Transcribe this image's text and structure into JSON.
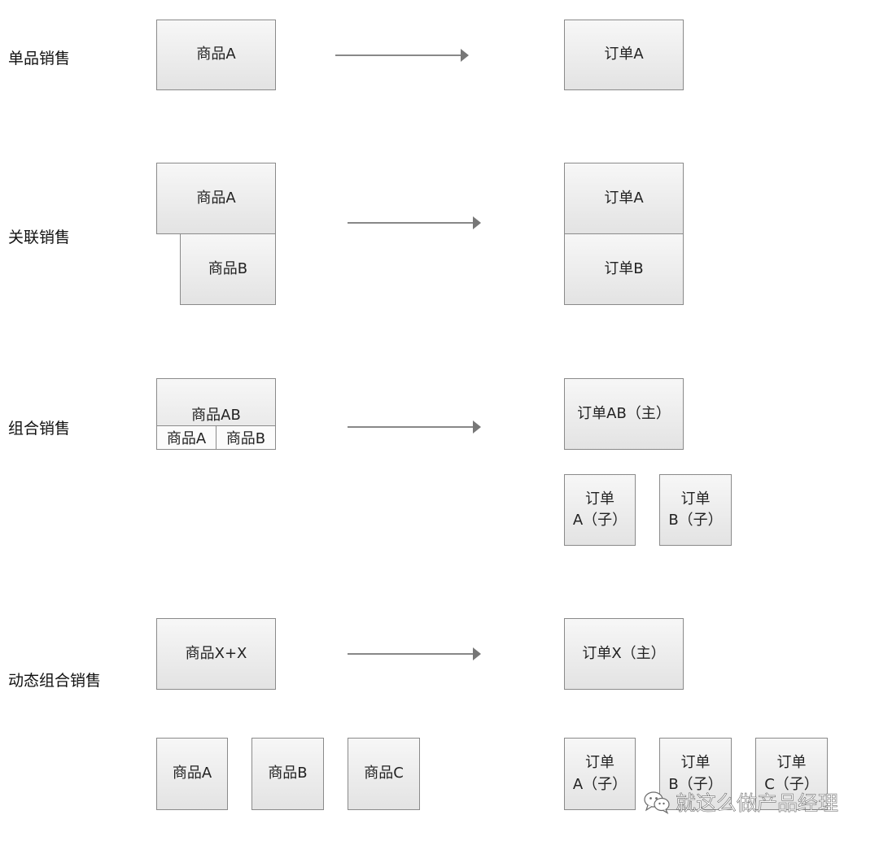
{
  "rows": {
    "single": {
      "label": "单品销售"
    },
    "related": {
      "label": "关联销售"
    },
    "combo": {
      "label": "组合销售"
    },
    "dynamic": {
      "label": "动态组合销售"
    }
  },
  "single": {
    "product": "商品A",
    "order": "订单A"
  },
  "related": {
    "product_a": "商品A",
    "product_b": "商品B",
    "order_a": "订单A",
    "order_b": "订单B"
  },
  "combo": {
    "product_main": "商品AB",
    "product_a": "商品A",
    "product_b": "商品B",
    "order_main": "订单AB（主）",
    "order_child_a_line1": "订单",
    "order_child_a_line2": "A（子）",
    "order_child_b_line1": "订单",
    "order_child_b_line2": "B（子）"
  },
  "dynamic": {
    "product_main": "商品X+X",
    "order_main": "订单X（主）",
    "product_a": "商品A",
    "product_b": "商品B",
    "product_c": "商品C",
    "order_child_a_line1": "订单",
    "order_child_a_line2": "A（子）",
    "order_child_b_line1": "订单",
    "order_child_b_line2": "B（子）",
    "order_child_c_line1": "订单",
    "order_child_c_line2": "C（子）"
  },
  "watermark": {
    "text": "就这么做产品经理",
    "icon": "wechat-icon"
  }
}
